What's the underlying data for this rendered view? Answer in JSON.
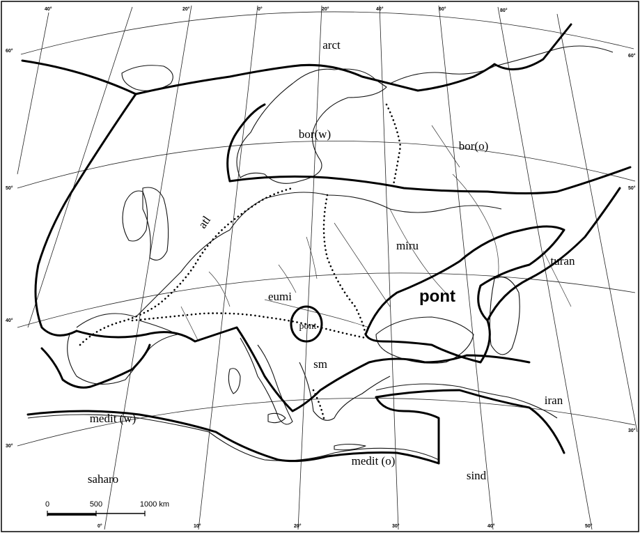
{
  "regions": {
    "arct": "arct",
    "bor_w": "bor(w)",
    "bor_o": "bor(o)",
    "atl": "atl",
    "miru": "miru",
    "turan": "turan",
    "eumi": "eumi",
    "pont": "pont",
    "pont_small": "pont",
    "sm": "sm",
    "medit_w": "medit (w)",
    "iran": "iran",
    "saharo": "saharo",
    "medit_o": "medit (o)",
    "sind": "sind"
  },
  "latitude_ticks": [
    "60°",
    "50°",
    "40°",
    "30°",
    "60°",
    "50°",
    "30°"
  ],
  "longitude_ticks_top": [
    "40°",
    "20°",
    "0°",
    "20°",
    "40°",
    "60°",
    "80°"
  ],
  "longitude_ticks_bottom": [
    "0°",
    "10°",
    "20°",
    "30°",
    "40°",
    "50°"
  ],
  "scale_bar": {
    "labels": [
      "0",
      "500",
      "1000 km"
    ]
  }
}
